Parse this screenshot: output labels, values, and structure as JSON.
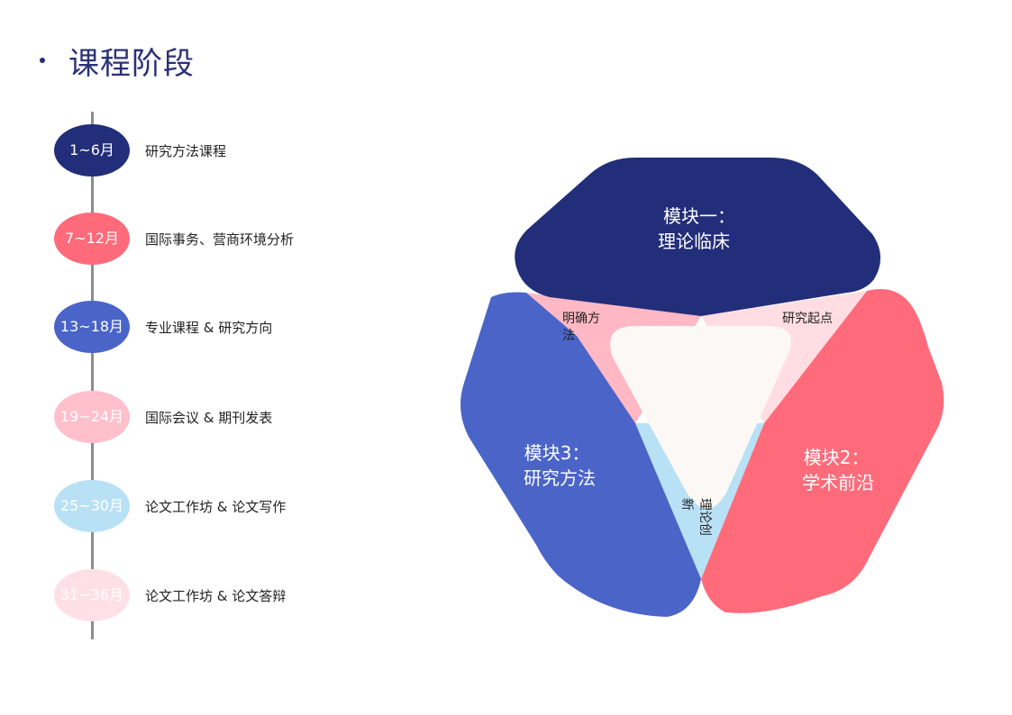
{
  "page": {
    "title": "课程阶段"
  },
  "colors": {
    "navy": "#222e79",
    "coral": "#ff6b7a",
    "blue": "#4a64c8",
    "pink": "#ffb8c4",
    "light_pink": "#ffdde3",
    "light_blue": "#b9e1f6",
    "center": "#fbf8f6"
  },
  "timeline": {
    "stages": [
      {
        "period": "1~6月",
        "label": "研究方法课程",
        "color": "#222e79"
      },
      {
        "period": "7~12月",
        "label": "国际事务、营商环境分析",
        "color": "#ff6b7a"
      },
      {
        "period": "13~18月",
        "label": "专业课程 & 研究方向",
        "color": "#4a64c8"
      },
      {
        "period": "19~24月",
        "label": "国际会议 & 期刊发表",
        "color": "#ffbfcb"
      },
      {
        "period": "25~30月",
        "label": "论文工作坊 & 论文写作",
        "color": "#b9e1f6"
      },
      {
        "period": "31~36月",
        "label": "论文工作坊 & 论文答辩",
        "color": "#ffe0e6"
      }
    ]
  },
  "modules": {
    "m1": {
      "line1": "模块一：",
      "line2": "理论临床"
    },
    "m2": {
      "line1": "模块2：",
      "line2": "学术前沿"
    },
    "m3": {
      "line1": "模块3：",
      "line2": "研究方法"
    }
  },
  "connectors": {
    "left": {
      "line1": "明确方",
      "line2": "法"
    },
    "right": {
      "line1": "研究起点"
    },
    "bottom": {
      "line1": "理论创",
      "line2": "新"
    }
  }
}
